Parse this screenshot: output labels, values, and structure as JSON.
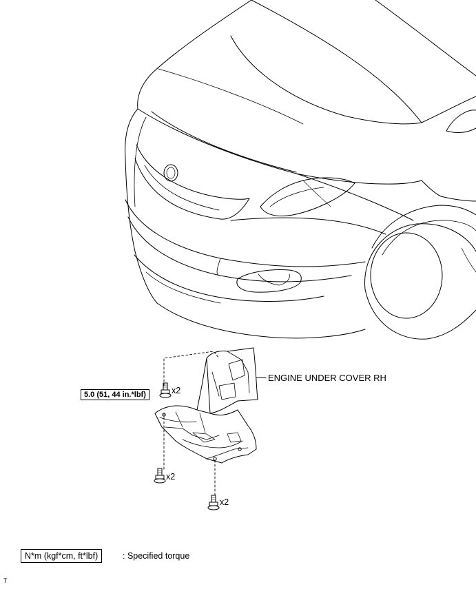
{
  "part_label": "ENGINE UNDER COVER RH",
  "torque_spec": "5.0 (51, 44 in.*lbf)",
  "bolt_qty": [
    "x2",
    "x2",
    "x2"
  ],
  "legend": {
    "unit_box": "N*m (kgf*cm, ft*lbf)",
    "description": ": Specified torque"
  },
  "corner_mark": "T"
}
